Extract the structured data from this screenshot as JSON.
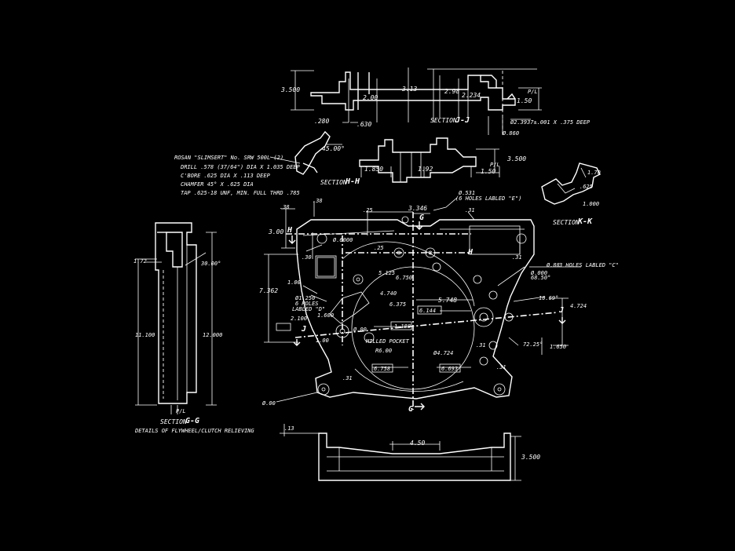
{
  "sections": {
    "jj": {
      "label": "SECTION",
      "id": "J-J"
    },
    "hh": {
      "label": "SECTION",
      "id": "H-H"
    },
    "kk": {
      "label": "SECTION",
      "id": "K-K"
    },
    "gg": {
      "label": "SECTION",
      "id": "G-G",
      "caption": "DETAILS OF FLYWHEEL/CLUTCH RELIEVING"
    }
  },
  "notes": [
    "ROSAN \"SLIMSERT\" No. SRW 500L (2)",
    "DRILL .578 (37/64\") DIA X 1.035 DEEP",
    "C'BORE .625 DIA X .113 DEEP",
    "CHAMFER 45° X .625 DIA",
    "TAP .625-18 UNF, MIN. FULL THRD .785"
  ],
  "jj_dims": {
    "d3500": "3.500",
    "d200": "2.00",
    "d313": "3.13",
    "d298": "2.98",
    "d2234": "2.234",
    "d280": ".280",
    "d630": ".630",
    "d150": "1.50",
    "pa": "P/L",
    "bore": "Ø2.3937±.001 X .375 DEEP",
    "d860": "Ø.860"
  },
  "hh_dims": {
    "angle": "45.00°",
    "d1850": "1.850",
    "d192": "1.92",
    "d150": "1.50",
    "d3500": "3.500",
    "pa": "P/L"
  },
  "kk_dims": {
    "d170": "1.70",
    "d625": ".625",
    "d1000": "1.000"
  },
  "gg_dims": {
    "d172": "1.72",
    "angle": "30.00°",
    "d11100": "11.100",
    "d12000": "12.000",
    "pa": "P/L"
  },
  "plan_dims": {
    "d38a": ".38",
    "d38b": ".38",
    "d25a": ".25",
    "d3346": "3.346",
    "d31a": ".31",
    "d300": "3.00",
    "d6000": "Ø.6000",
    "d25b": ".25",
    "d5125": "5.125",
    "d6750": "6.750",
    "d100a": "1.00",
    "d7362": "7.362",
    "d6375": "6.375",
    "d5748": "5.748",
    "d6144": "6.144",
    "d1188": "1.188",
    "d4740": "4.740",
    "d1250": "Ø1.250",
    "holesD": "6 HOLES",
    "labeledD": "LABLED \"D\"",
    "d1600": "1.600",
    "d2100": "2.100",
    "d100b": "1.00",
    "milled": "MILLED POCKET",
    "r600": "R6.00",
    "d6758": "6.758",
    "d6693": "6.693",
    "d4724c": "Ø4.724",
    "d31b": ".31",
    "d00": "Ø.00",
    "d531": "Ø.531",
    "holesE": "(6 HOLES LABLED \"E\")",
    "d31c": ".31",
    "d88": "Ø.88",
    "holesC": "3 HOLES LABLED \"C\"",
    "a6850": "68.50°",
    "d000b": "Ø.000",
    "a1069": "10.69°",
    "d4724": "4.724",
    "a7225": "72.25°",
    "d1650": "1.650",
    "d31d": ".31",
    "d30": ".30",
    "d00b": "Ø.00",
    "d31e": ".31"
  },
  "cut_letters": {
    "g": "G",
    "h": "H",
    "j": "J"
  },
  "bottom_dims": {
    "d13": ".13",
    "d450": "4.50",
    "d3500": "3.500"
  }
}
